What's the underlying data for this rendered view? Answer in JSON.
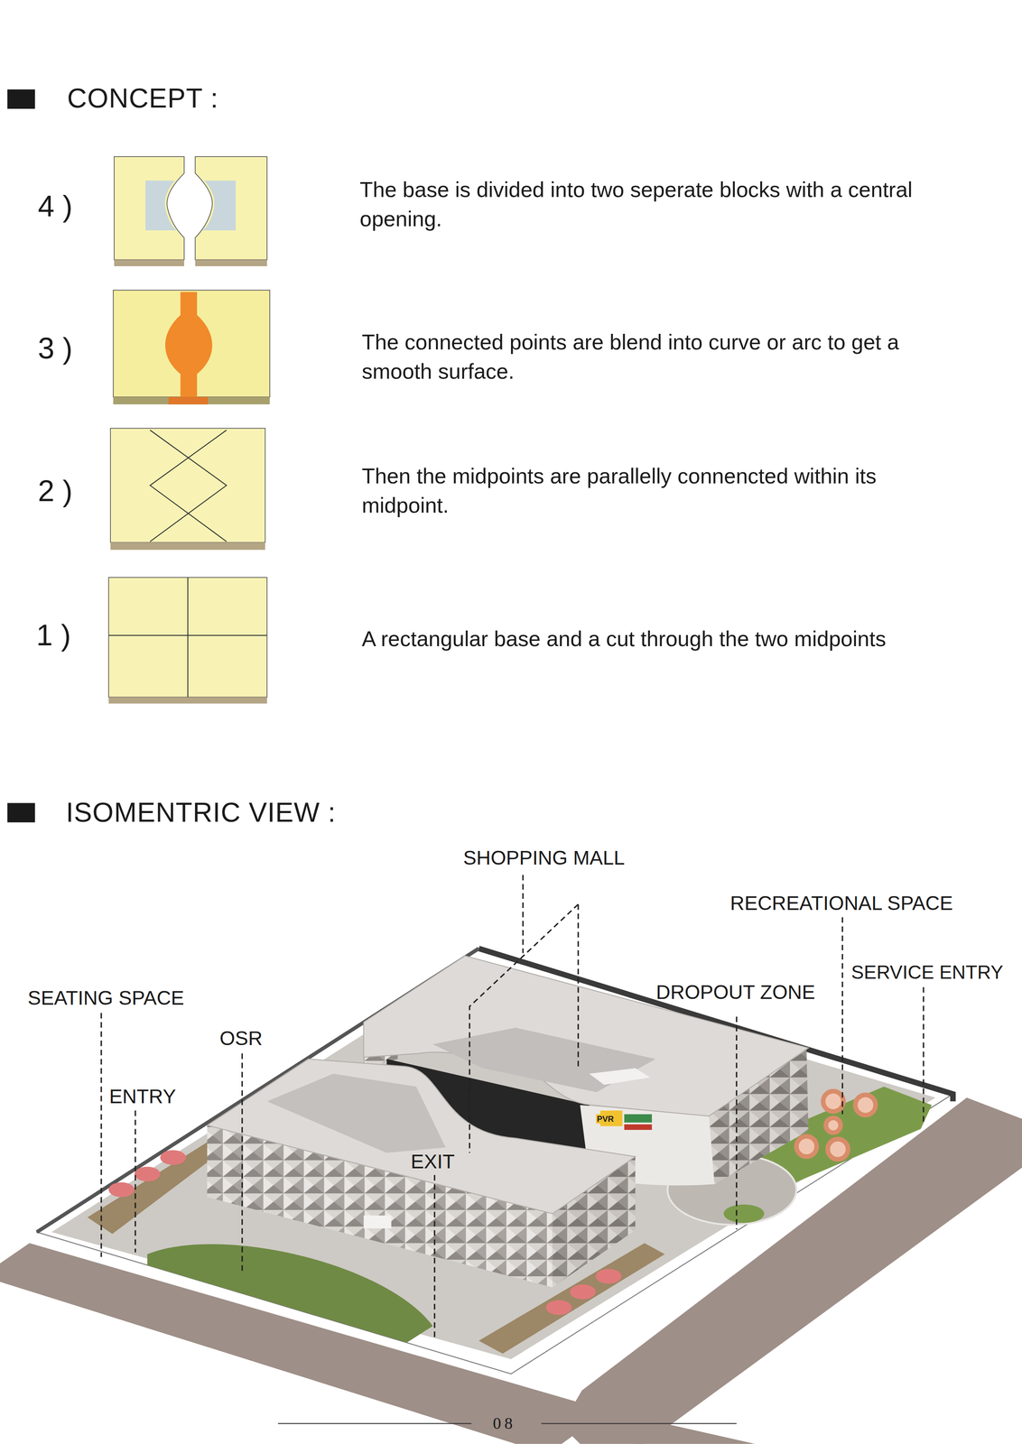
{
  "diagram": {
    "labels": [
      "CONCEPT :",
      "4 )",
      "The base is divided into two seperate blocks with a central opening.",
      "3 )",
      "The connected points are blend into curve or arc to get a smooth surface.",
      "2 )",
      "Then the midpoints are parallelly connencted within its midpoint.",
      "1 )",
      "A rectangular base and a cut through the two midpoints",
      "ISOMENTRIC VIEW :",
      "SHOPPING MALL",
      "RECREATIONAL SPACE",
      "SERVICE ENTRY",
      "SEATING SPACE",
      "OSR",
      "ENTRY",
      "DROPOUT ZONE",
      "EXIT",
      "PVR",
      "08"
    ]
  }
}
